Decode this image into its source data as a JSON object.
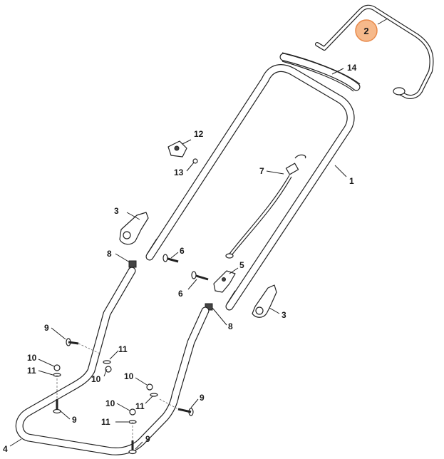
{
  "callouts": {
    "c1": "1",
    "c2": "2",
    "c3a": "3",
    "c3b": "3",
    "c4": "4",
    "c5": "5",
    "c6a": "6",
    "c6b": "6",
    "c7": "7",
    "c8a": "8",
    "c8b": "8",
    "c9a": "9",
    "c9b": "9",
    "c9c": "9",
    "c9d": "9",
    "c10a": "10",
    "c10b": "10",
    "c10c": "10",
    "c10d": "10",
    "c11a": "11",
    "c11b": "11",
    "c11c": "11",
    "c11d": "11",
    "c12": "12",
    "c13": "13",
    "c14": "14"
  },
  "highlight": {
    "color": "#f6b98b",
    "border": "#e8894a"
  }
}
